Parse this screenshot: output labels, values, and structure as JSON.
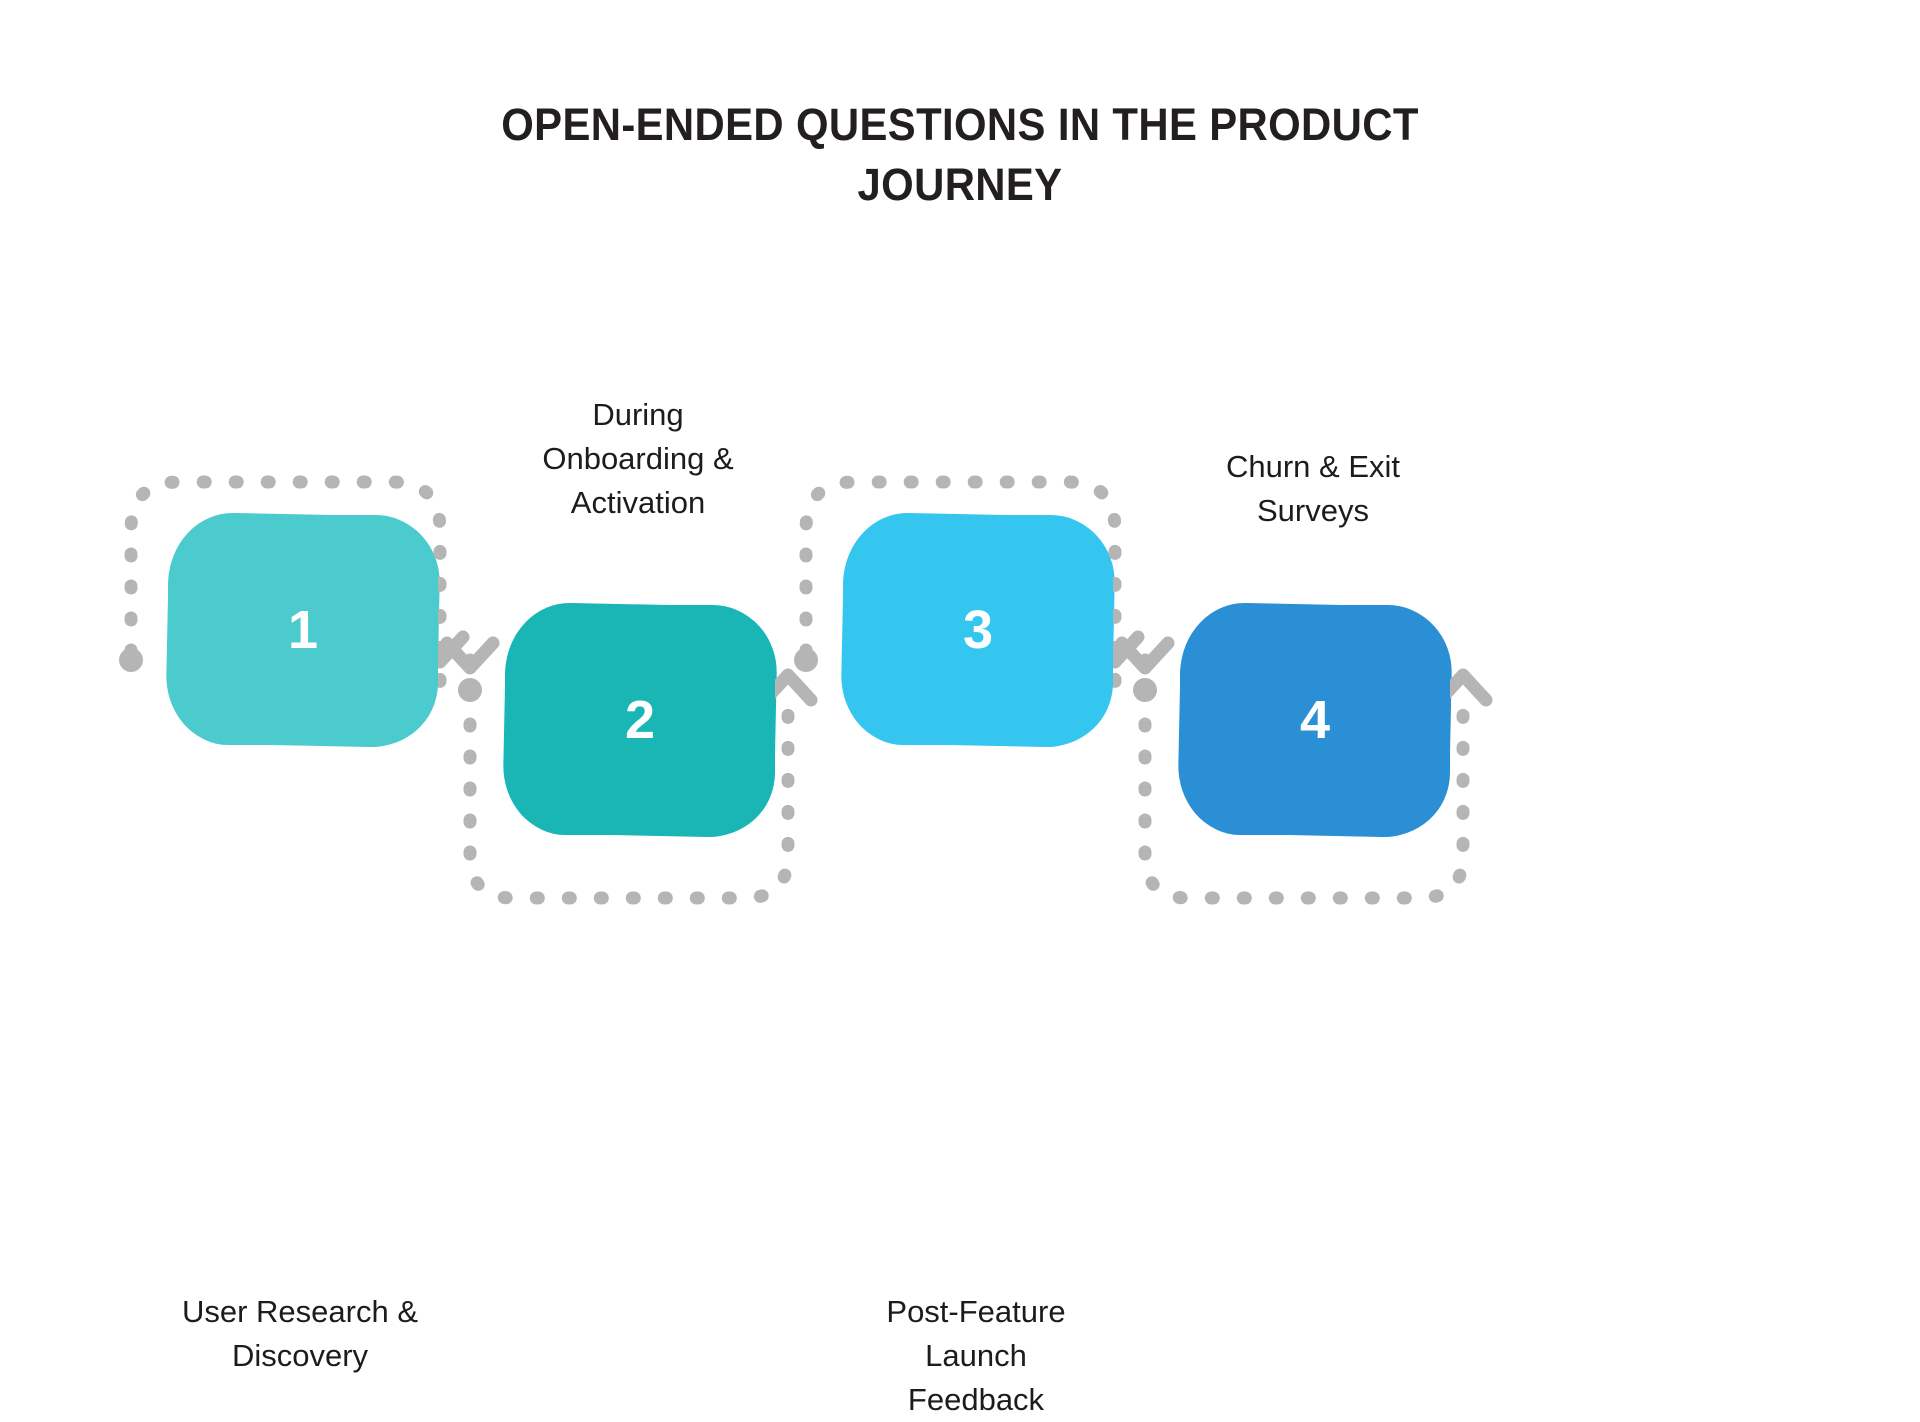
{
  "title": {
    "line1": "OPEN-ENDED QUESTIONS IN THE PRODUCT",
    "line2": "JOURNEY",
    "color": "#231f20"
  },
  "palette": {
    "background": "#ffffff",
    "connector_gray": "#b5b5b5",
    "label_text": "#1c1c1c",
    "number_text": "#ffffff"
  },
  "chart_data": {
    "type": "diagram",
    "layout": "zigzag-process-flow",
    "title": "OPEN-ENDED QUESTIONS IN THE PRODUCT JOURNEY",
    "step_count": 4,
    "steps": [
      {
        "number": "1",
        "label": "User Research &\nDiscovery",
        "color": "#4ccbce",
        "label_position": "below",
        "connector": "arc-over-top",
        "row": "upper"
      },
      {
        "number": "2",
        "label": "During\nOnboarding &\nActivation",
        "color": "#1ab5b5",
        "label_position": "above",
        "connector": "arc-under-bottom",
        "row": "lower"
      },
      {
        "number": "3",
        "label": "Post-Feature\nLaunch\nFeedback",
        "color": "#35c6f0",
        "label_position": "below",
        "connector": "arc-over-top",
        "row": "upper"
      },
      {
        "number": "4",
        "label": "Churn & Exit\nSurveys",
        "color": "#2a8fd4",
        "label_position": "above",
        "connector": "arc-under-bottom",
        "row": "lower"
      }
    ]
  }
}
